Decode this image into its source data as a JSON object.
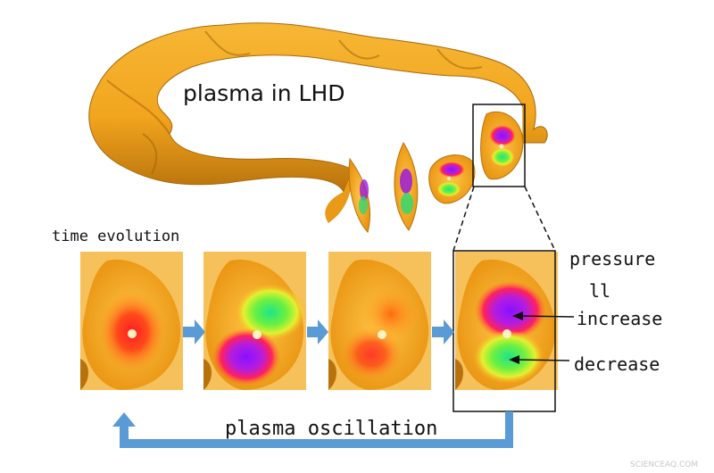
{
  "labels": {
    "title": "plasma in LHD",
    "time_evolution": "time evolution",
    "pressure": "pressure",
    "equals": "ll",
    "increase": "increase",
    "decrease": "decrease",
    "oscillation": "plasma oscillation",
    "watermark": "SCIENCEAQ.COM"
  },
  "colors": {
    "plasma": "#f2a51e",
    "plasma_dark": "#c47a10",
    "high_pressure": "#a020f0",
    "low_pressure": "#40e060",
    "arrow": "#5b9bd5"
  },
  "icons": [
    "right-arrow-icon",
    "feedback-arrow-icon"
  ]
}
